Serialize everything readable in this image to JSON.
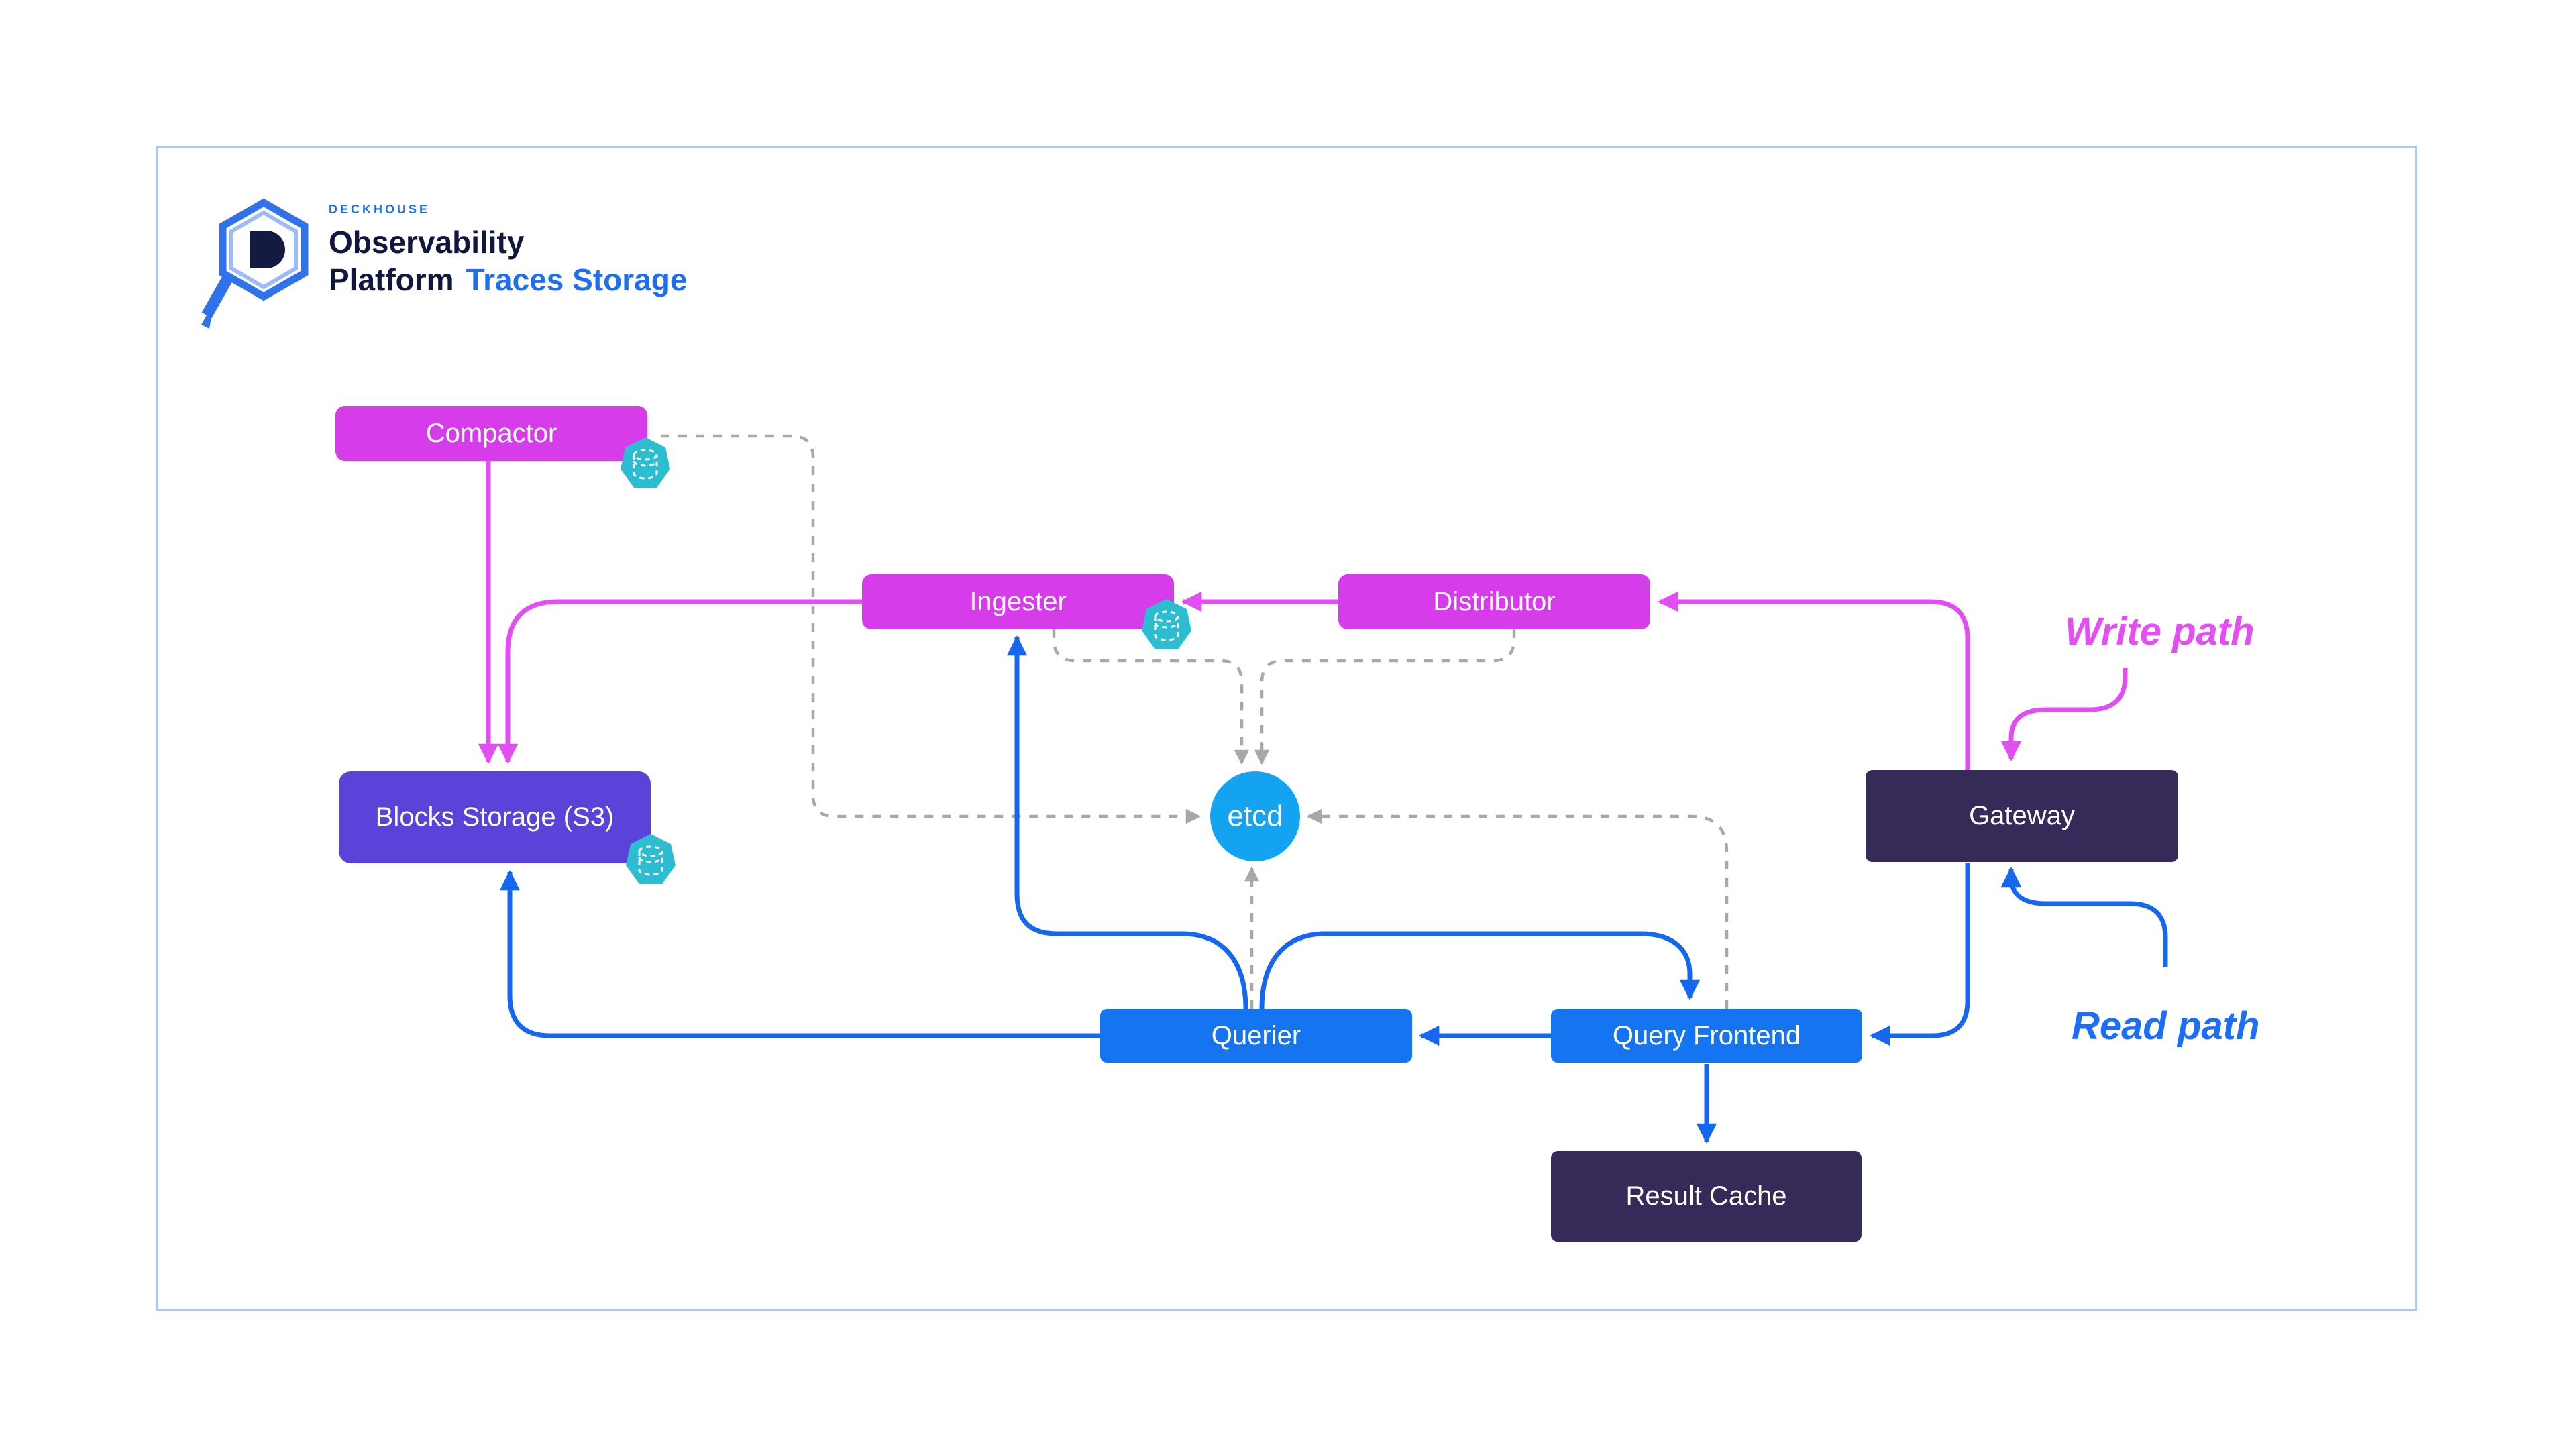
{
  "brand": {
    "top": "DECKHOUSE",
    "line1": "Observability",
    "line2": "Platform",
    "product": "Traces Storage"
  },
  "legend": {
    "write_path": "Write path",
    "read_path": "Read path"
  },
  "nodes": {
    "compactor": {
      "label": "Compactor"
    },
    "ingester": {
      "label": "Ingester"
    },
    "distributor": {
      "label": "Distributor"
    },
    "blocks_storage": {
      "label": "Blocks Storage (S3)"
    },
    "etcd": {
      "label": "etcd"
    },
    "gateway": {
      "label": "Gateway"
    },
    "querier": {
      "label": "Querier"
    },
    "query_frontend": {
      "label": "Query Frontend"
    },
    "result_cache": {
      "label": "Result Cache"
    }
  },
  "icons": {
    "logo": "deckhouse-hexagon-magnifier-logo",
    "replica": "database-replica-icon"
  },
  "colors": {
    "magenta_box": "#d63cea",
    "magenta_line": "#e14ef2",
    "purple_box": "#5a43d9",
    "dark_box": "#362b58",
    "blue_box": "#1574f0",
    "blue_line": "#1467ee",
    "etcd_circle": "#14a3f0",
    "dashed_gray": "#a8a8a8",
    "teal_icon": "#2cbdd0",
    "frame_border": "#abc9f4",
    "brand_navy": "#10173f",
    "brand_blue": "#1e6ef0"
  },
  "edges": [
    {
      "from": "compactor",
      "to": "blocks_storage",
      "type": "write"
    },
    {
      "from": "ingester",
      "to": "blocks_storage",
      "type": "write"
    },
    {
      "from": "distributor",
      "to": "ingester",
      "type": "write"
    },
    {
      "from": "gateway",
      "to": "distributor",
      "type": "write"
    },
    {
      "from": "write_path",
      "to": "gateway",
      "type": "write"
    },
    {
      "from": "read_path",
      "to": "gateway",
      "type": "read"
    },
    {
      "from": "gateway",
      "to": "query_frontend",
      "type": "read"
    },
    {
      "from": "query_frontend",
      "to": "querier",
      "type": "read"
    },
    {
      "from": "query_frontend",
      "to": "result_cache",
      "type": "read"
    },
    {
      "from": "querier",
      "to": "blocks_storage",
      "type": "read"
    },
    {
      "from": "querier",
      "to": "ingester",
      "type": "read"
    },
    {
      "from": "querier",
      "to": "query_frontend",
      "type": "read"
    },
    {
      "from": "compactor",
      "to": "etcd",
      "type": "ring-dashed"
    },
    {
      "from": "ingester",
      "to": "etcd",
      "type": "ring-dashed"
    },
    {
      "from": "distributor",
      "to": "etcd",
      "type": "ring-dashed"
    },
    {
      "from": "querier",
      "to": "etcd",
      "type": "ring-dashed"
    },
    {
      "from": "query_frontend",
      "to": "etcd",
      "type": "ring-dashed"
    }
  ]
}
